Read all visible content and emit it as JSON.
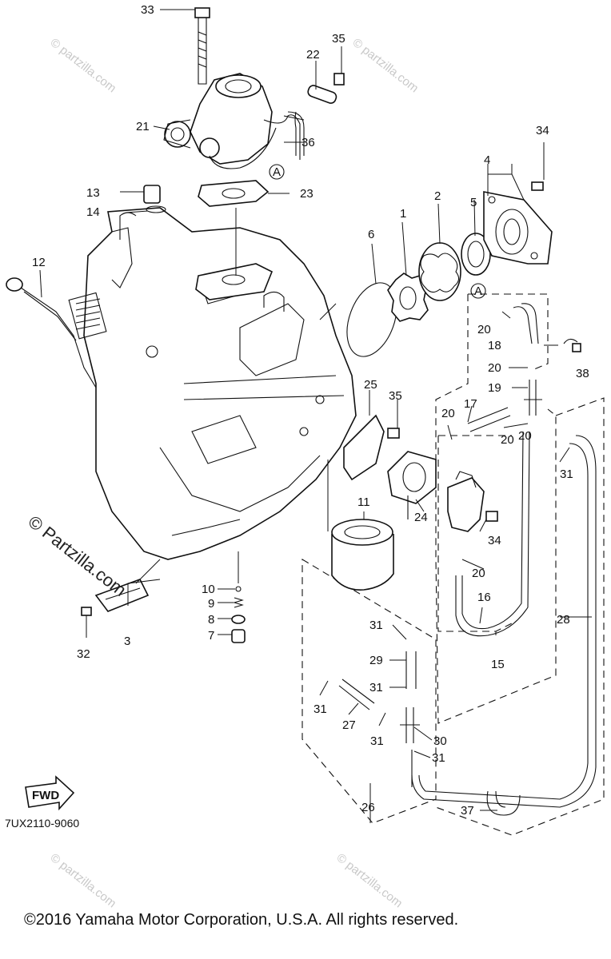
{
  "diagram_code": "7UX2110-9060",
  "copyright": "©2016  Yamaha Motor Corporation, U.S.A. All rights reserved.",
  "watermark_side": "© Partzilla.com",
  "watermark_faint": "© partzilla.com",
  "fwd_label": "FWD",
  "marker_letter": "A",
  "callouts": [
    "1",
    "2",
    "3",
    "4",
    "5",
    "6",
    "7",
    "8",
    "9",
    "10",
    "11",
    "12",
    "13",
    "14",
    "15",
    "16",
    "17",
    "18",
    "19",
    "20",
    "20",
    "20",
    "20",
    "20",
    "20",
    "21",
    "22",
    "23",
    "24",
    "25",
    "26",
    "27",
    "28",
    "29",
    "30",
    "31",
    "31",
    "31",
    "31",
    "31",
    "31",
    "32",
    "33",
    "34",
    "34",
    "35",
    "35",
    "36",
    "37",
    "38"
  ]
}
